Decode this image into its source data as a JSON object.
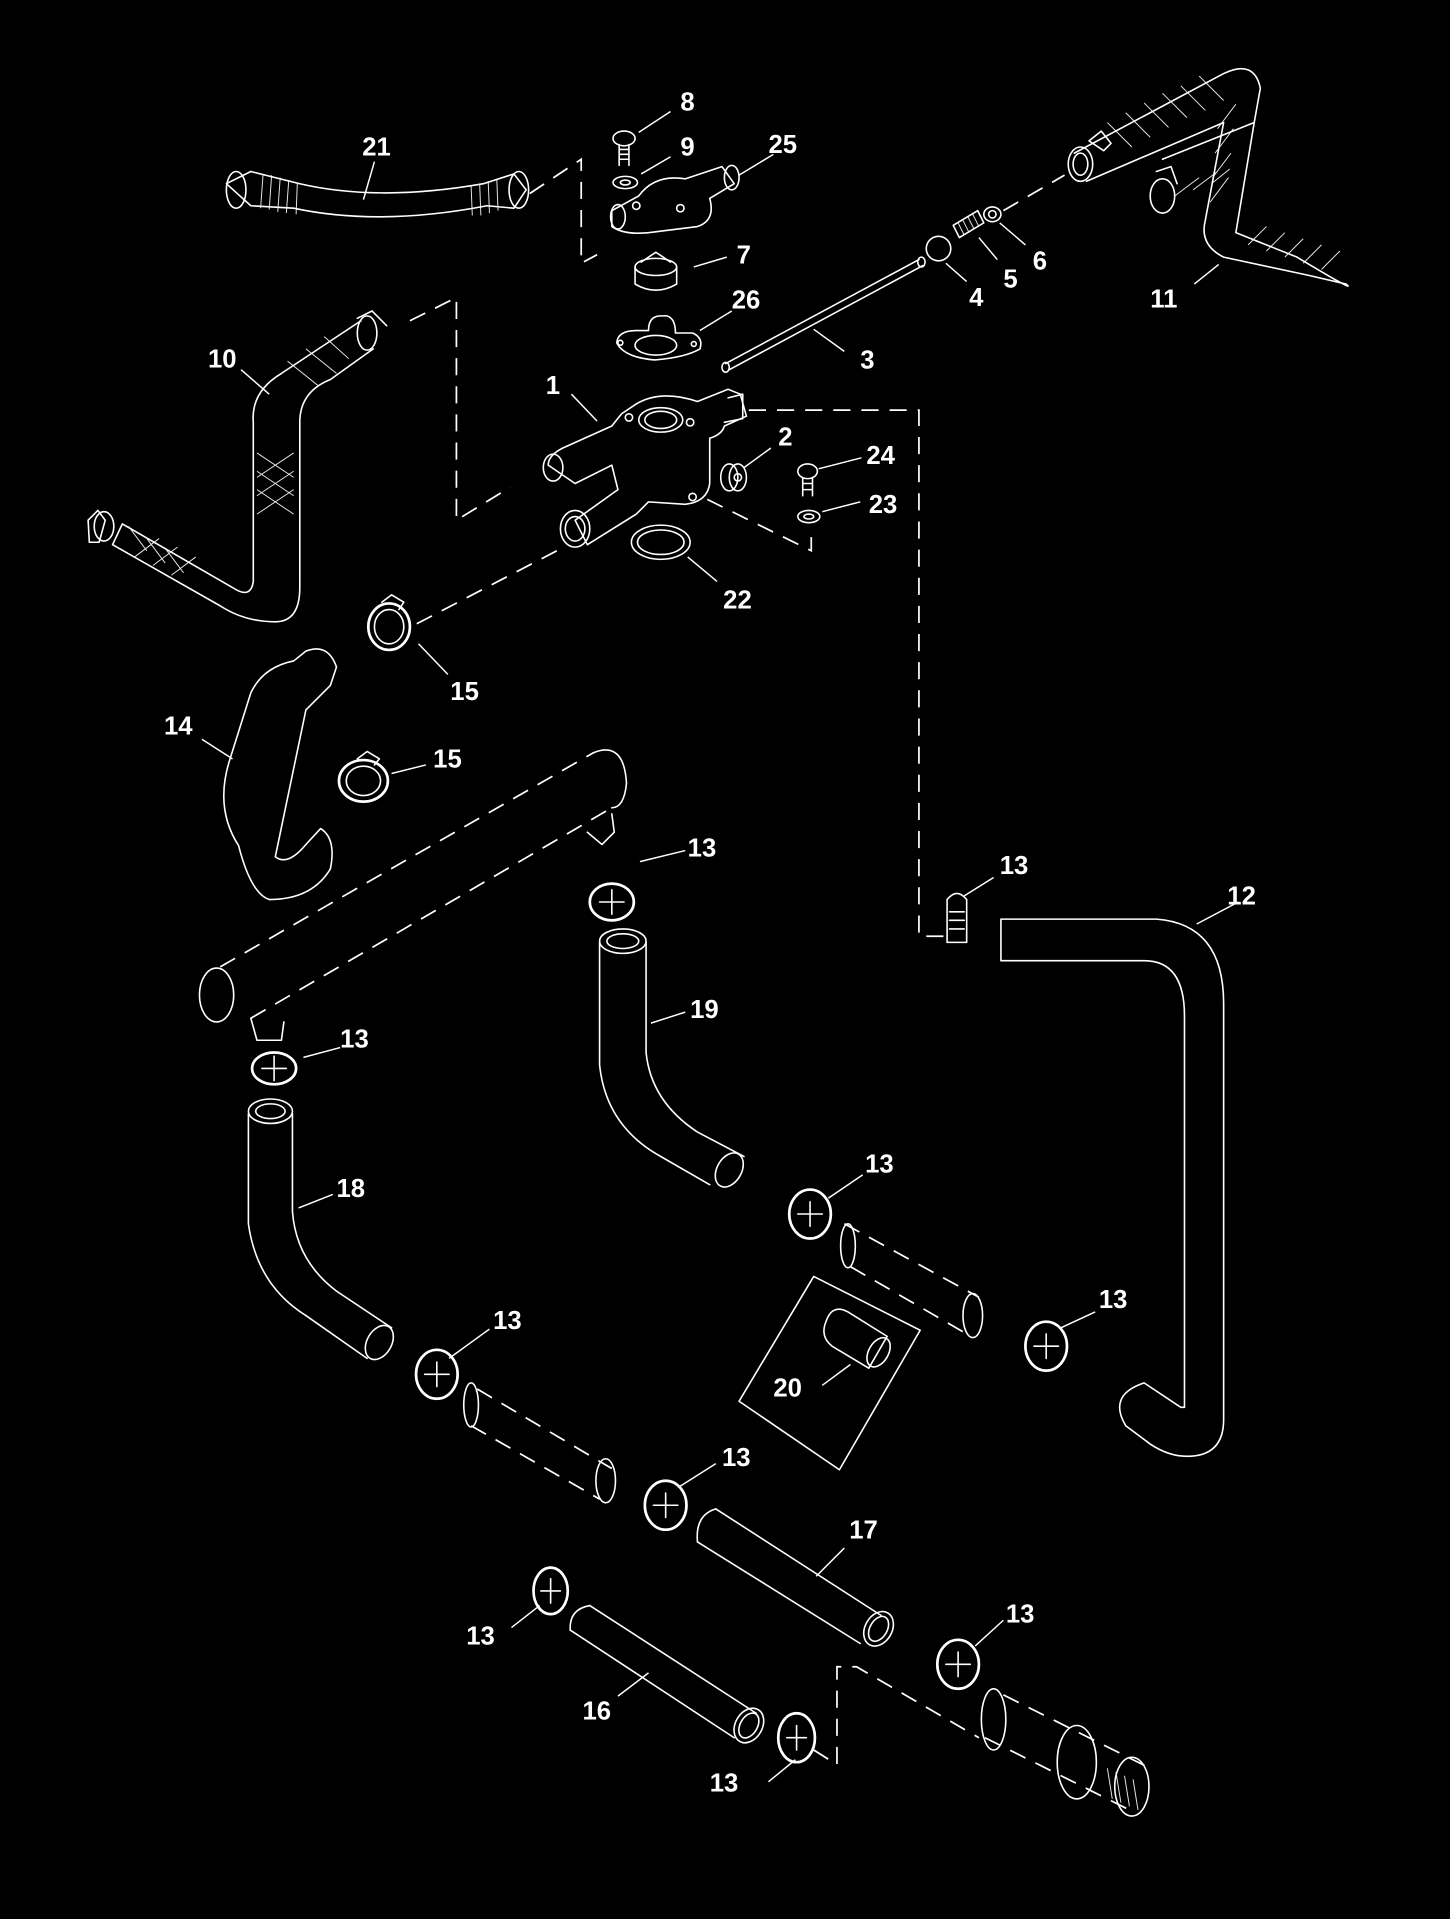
{
  "diagram": {
    "type": "exploded-parts-diagram",
    "subject": "thermostat housing and cooling hose assembly",
    "background_color": "#000000",
    "line_color": "#ffffff",
    "callouts": {
      "c1": "1",
      "c2": "2",
      "c3": "3",
      "c4": "4",
      "c5": "5",
      "c6": "6",
      "c7": "7",
      "c8": "8",
      "c9": "9",
      "c10": "10",
      "c11": "11",
      "c12": "12",
      "c13a": "13",
      "c13b": "13",
      "c13c": "13",
      "c13d": "13",
      "c13e": "13",
      "c13f": "13",
      "c13g": "13",
      "c13h": "13",
      "c13i": "13",
      "c13j": "13",
      "c14": "14",
      "c15a": "15",
      "c15b": "15",
      "c16": "16",
      "c17": "17",
      "c18": "18",
      "c19": "19",
      "c20": "20",
      "c21": "21",
      "c22": "22",
      "c23": "23",
      "c24": "24",
      "c25": "25",
      "c26": "26"
    },
    "parts": [
      {
        "ref": "1",
        "shape": "thermostat-housing"
      },
      {
        "ref": "2",
        "shape": "plug-fitting"
      },
      {
        "ref": "3",
        "shape": "rod"
      },
      {
        "ref": "4",
        "shape": "ball"
      },
      {
        "ref": "5",
        "shape": "spring"
      },
      {
        "ref": "6",
        "shape": "nut"
      },
      {
        "ref": "7",
        "shape": "thermostat"
      },
      {
        "ref": "8",
        "shape": "bolt"
      },
      {
        "ref": "9",
        "shape": "washer"
      },
      {
        "ref": "10",
        "shape": "hose-braided"
      },
      {
        "ref": "11",
        "shape": "hose-braided"
      },
      {
        "ref": "12",
        "shape": "hose-bent"
      },
      {
        "ref": "13",
        "shape": "hose-clamp"
      },
      {
        "ref": "14",
        "shape": "hose-bent"
      },
      {
        "ref": "15",
        "shape": "hose-clamp"
      },
      {
        "ref": "16",
        "shape": "hose-straight"
      },
      {
        "ref": "17",
        "shape": "hose-straight"
      },
      {
        "ref": "18",
        "shape": "hose-bent"
      },
      {
        "ref": "19",
        "shape": "hose-bent"
      },
      {
        "ref": "20",
        "shape": "coupler"
      },
      {
        "ref": "21",
        "shape": "hose-ribbed"
      },
      {
        "ref": "22",
        "shape": "o-ring"
      },
      {
        "ref": "23",
        "shape": "washer"
      },
      {
        "ref": "24",
        "shape": "bolt"
      },
      {
        "ref": "25",
        "shape": "thermostat-cover"
      },
      {
        "ref": "26",
        "shape": "gasket"
      }
    ]
  }
}
